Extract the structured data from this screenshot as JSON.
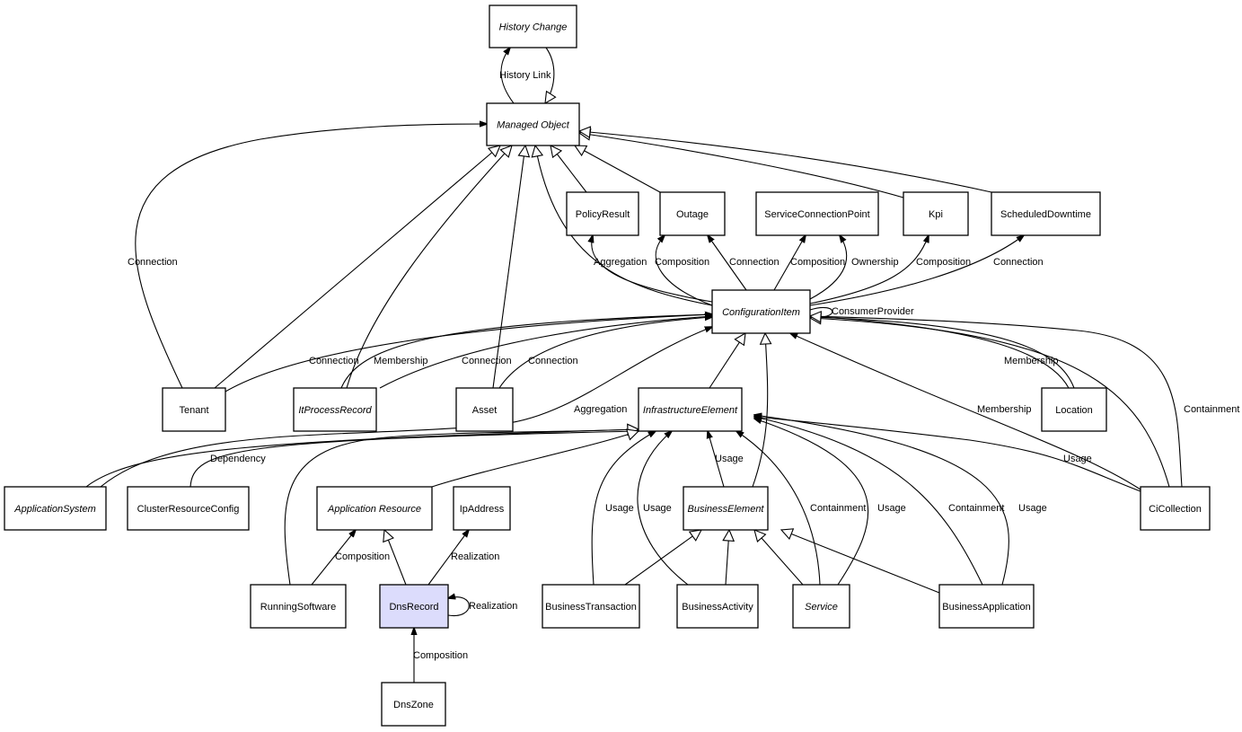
{
  "diagram": {
    "title": "Configuration Item Class Model",
    "nodes": [
      {
        "id": "history_change",
        "label": "History Change",
        "abstract": true
      },
      {
        "id": "managed_object",
        "label": "Managed Object",
        "abstract": true
      },
      {
        "id": "policy_result",
        "label": "PolicyResult"
      },
      {
        "id": "outage",
        "label": "Outage"
      },
      {
        "id": "service_connection_point",
        "label": "ServiceConnectionPoint"
      },
      {
        "id": "kpi",
        "label": "Kpi"
      },
      {
        "id": "scheduled_downtime",
        "label": "ScheduledDowntime"
      },
      {
        "id": "configuration_item",
        "label": "ConfigurationItem",
        "abstract": true
      },
      {
        "id": "tenant",
        "label": "Tenant"
      },
      {
        "id": "it_process_record",
        "label": "ItProcessRecord",
        "abstract": true
      },
      {
        "id": "asset",
        "label": "Asset"
      },
      {
        "id": "infrastructure_element",
        "label": "InfrastructureElement",
        "abstract": true
      },
      {
        "id": "location",
        "label": "Location"
      },
      {
        "id": "application_system",
        "label": "ApplicationSystem",
        "abstract": true
      },
      {
        "id": "cluster_resource_config",
        "label": "ClusterResourceConfig"
      },
      {
        "id": "application_resource",
        "label": "Application Resource",
        "abstract": true
      },
      {
        "id": "ip_address",
        "label": "IpAddress"
      },
      {
        "id": "business_element",
        "label": "BusinessElement",
        "abstract": true
      },
      {
        "id": "ci_collection",
        "label": "CiCollection"
      },
      {
        "id": "running_software",
        "label": "RunningSoftware"
      },
      {
        "id": "dns_record",
        "label": "DnsRecord",
        "highlight": true
      },
      {
        "id": "business_transaction",
        "label": "BusinessTransaction"
      },
      {
        "id": "business_activity",
        "label": "BusinessActivity"
      },
      {
        "id": "service",
        "label": "Service",
        "abstract": true
      },
      {
        "id": "business_application",
        "label": "BusinessApplication"
      },
      {
        "id": "dns_zone",
        "label": "DnsZone"
      }
    ],
    "edges": [
      {
        "from": "managed_object",
        "to": "history_change",
        "label": "History Link",
        "kind": "association"
      },
      {
        "from": "history_change",
        "to": "managed_object",
        "label": "",
        "kind": "generalization"
      },
      {
        "from": "tenant",
        "to": "managed_object",
        "label": "Connection",
        "kind": "association"
      },
      {
        "from": "tenant",
        "to": "managed_object",
        "label": "",
        "kind": "generalization"
      },
      {
        "from": "it_process_record",
        "to": "managed_object",
        "label": "",
        "kind": "generalization"
      },
      {
        "from": "asset",
        "to": "managed_object",
        "label": "",
        "kind": "generalization"
      },
      {
        "from": "configuration_item",
        "to": "managed_object",
        "label": "",
        "kind": "generalization"
      },
      {
        "from": "policy_result",
        "to": "managed_object",
        "label": "",
        "kind": "generalization"
      },
      {
        "from": "outage",
        "to": "managed_object",
        "label": "",
        "kind": "generalization"
      },
      {
        "from": "kpi",
        "to": "managed_object",
        "label": "",
        "kind": "generalization"
      },
      {
        "from": "scheduled_downtime",
        "to": "managed_object",
        "label": "",
        "kind": "generalization"
      },
      {
        "from": "configuration_item",
        "to": "policy_result",
        "label": "Aggregation",
        "kind": "association"
      },
      {
        "from": "configuration_item",
        "to": "outage",
        "label": "Composition",
        "kind": "association"
      },
      {
        "from": "configuration_item",
        "to": "outage",
        "label": "Connection",
        "kind": "association"
      },
      {
        "from": "configuration_item",
        "to": "service_connection_point",
        "label": "Composition",
        "kind": "association"
      },
      {
        "from": "configuration_item",
        "to": "service_connection_point",
        "label": "Ownership",
        "kind": "association"
      },
      {
        "from": "configuration_item",
        "to": "kpi",
        "label": "Composition",
        "kind": "association"
      },
      {
        "from": "configuration_item",
        "to": "scheduled_downtime",
        "label": "Connection",
        "kind": "association"
      },
      {
        "from": "configuration_item",
        "to": "configuration_item",
        "label": "ConsumerProvider",
        "kind": "association"
      },
      {
        "from": "tenant",
        "to": "configuration_item",
        "label": "Connection",
        "kind": "association"
      },
      {
        "from": "it_process_record",
        "to": "configuration_item",
        "label": "Membership",
        "kind": "association"
      },
      {
        "from": "it_process_record",
        "to": "configuration_item",
        "label": "Connection",
        "kind": "association"
      },
      {
        "from": "asset",
        "to": "configuration_item",
        "label": "Connection",
        "kind": "association"
      },
      {
        "from": "application_system",
        "to": "configuration_item",
        "label": "Aggregation",
        "kind": "association"
      },
      {
        "from": "location",
        "to": "configuration_item",
        "label": "Membership",
        "kind": "association"
      },
      {
        "from": "ci_collection",
        "to": "configuration_item",
        "label": "Membership",
        "kind": "association"
      },
      {
        "from": "ci_collection",
        "to": "configuration_item",
        "label": "Containment",
        "kind": "association"
      },
      {
        "from": "ci_collection",
        "to": "configuration_item",
        "label": "",
        "kind": "generalization"
      },
      {
        "from": "location",
        "to": "configuration_item",
        "label": "",
        "kind": "generalization"
      },
      {
        "from": "infrastructure_element",
        "to": "configuration_item",
        "label": "",
        "kind": "generalization"
      },
      {
        "from": "business_element",
        "to": "configuration_item",
        "label": "",
        "kind": "generalization"
      },
      {
        "from": "application_system",
        "to": "infrastructure_element",
        "label": "",
        "kind": "generalization"
      },
      {
        "from": "cluster_resource_config",
        "to": "infrastructure_element",
        "label": "Dependency",
        "kind": "association"
      },
      {
        "from": "running_software",
        "to": "infrastructure_element",
        "label": "",
        "kind": "generalization"
      },
      {
        "from": "application_resource",
        "to": "infrastructure_element",
        "label": "",
        "kind": "generalization"
      },
      {
        "from": "ci_collection",
        "to": "infrastructure_element",
        "label": "Usage",
        "kind": "association"
      },
      {
        "from": "business_element",
        "to": "infrastructure_element",
        "label": "Usage",
        "kind": "association"
      },
      {
        "from": "business_transaction",
        "to": "infrastructure_element",
        "label": "Usage",
        "kind": "association"
      },
      {
        "from": "business_activity",
        "to": "infrastructure_element",
        "label": "Usage",
        "kind": "association"
      },
      {
        "from": "service",
        "to": "infrastructure_element",
        "label": "Containment",
        "kind": "association"
      },
      {
        "from": "service",
        "to": "infrastructure_element",
        "label": "Usage",
        "kind": "association"
      },
      {
        "from": "business_application",
        "to": "infrastructure_element",
        "label": "Containment",
        "kind": "association"
      },
      {
        "from": "business_application",
        "to": "infrastructure_element",
        "label": "Usage",
        "kind": "association"
      },
      {
        "from": "running_software",
        "to": "application_resource",
        "label": "Composition",
        "kind": "association"
      },
      {
        "from": "dns_record",
        "to": "application_resource",
        "label": "",
        "kind": "generalization"
      },
      {
        "from": "dns_record",
        "to": "ip_address",
        "label": "Realization",
        "kind": "association"
      },
      {
        "from": "dns_record",
        "to": "dns_record",
        "label": "Realization",
        "kind": "association"
      },
      {
        "from": "dns_zone",
        "to": "dns_record",
        "label": "Composition",
        "kind": "association"
      },
      {
        "from": "business_transaction",
        "to": "business_element",
        "label": "",
        "kind": "generalization"
      },
      {
        "from": "business_activity",
        "to": "business_element",
        "label": "",
        "kind": "generalization"
      },
      {
        "from": "service",
        "to": "business_element",
        "label": "",
        "kind": "generalization"
      },
      {
        "from": "business_application",
        "to": "business_element",
        "label": "",
        "kind": "generalization"
      }
    ]
  }
}
